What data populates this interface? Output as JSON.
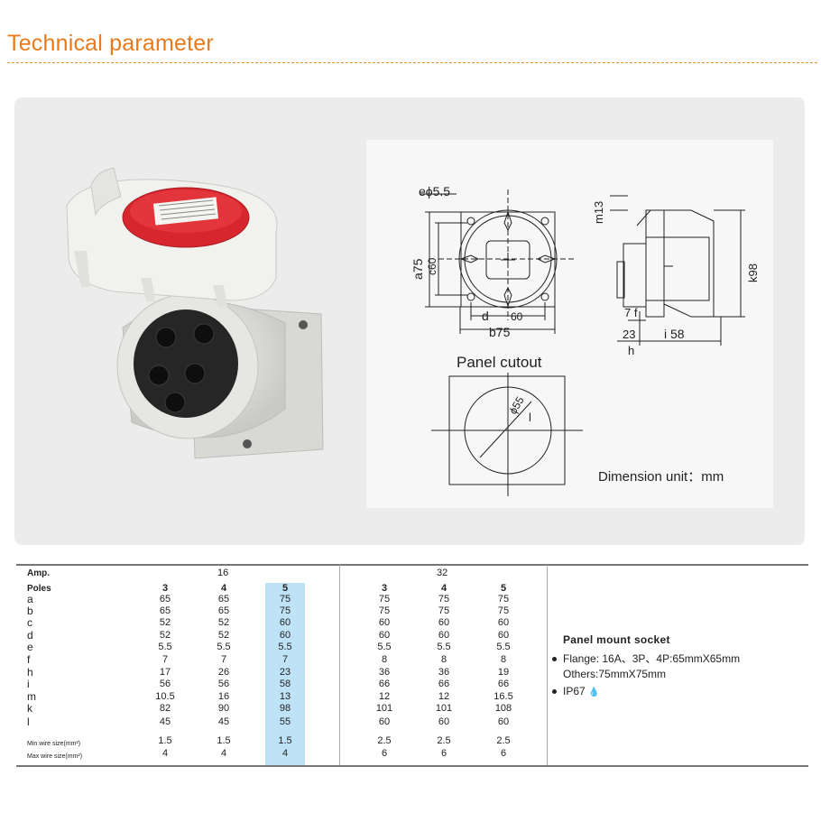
{
  "page": {
    "title": "Technical parameter"
  },
  "drawing": {
    "labels": {
      "e_phi": "eϕ5.5",
      "a75": "a75",
      "c60": "c60",
      "d": "d",
      "d60": "60",
      "b75": "b75",
      "m13": "m13",
      "k98": "k98",
      "f7": "7 f",
      "h23": "23",
      "h": "h",
      "i58": "i 58",
      "cut_phi": "ϕ55",
      "cut_l": "l"
    },
    "panel_cutout_title": "Panel cutout",
    "dimension_unit": "Dimension unit：mm"
  },
  "table": {
    "amp_label": "Amp.",
    "poles_label": "Poles",
    "amp_groups": [
      "16",
      "32"
    ],
    "poles": [
      "3",
      "4",
      "5",
      "3",
      "4",
      "5"
    ],
    "rows": [
      {
        "label": "a",
        "values": [
          "65",
          "65",
          "75",
          "75",
          "75",
          "75"
        ]
      },
      {
        "label": "b",
        "values": [
          "65",
          "65",
          "75",
          "75",
          "75",
          "75"
        ]
      },
      {
        "label": "c",
        "values": [
          "52",
          "52",
          "60",
          "60",
          "60",
          "60"
        ]
      },
      {
        "label": "d",
        "values": [
          "52",
          "52",
          "60",
          "60",
          "60",
          "60"
        ]
      },
      {
        "label": "e",
        "values": [
          "5.5",
          "5.5",
          "5.5",
          "5.5",
          "5.5",
          "5.5"
        ]
      },
      {
        "label": "f",
        "values": [
          "7",
          "7",
          "7",
          "8",
          "8",
          "8"
        ]
      },
      {
        "label": "h",
        "values": [
          "17",
          "26",
          "23",
          "36",
          "36",
          "19"
        ]
      },
      {
        "label": "i",
        "values": [
          "56",
          "56",
          "58",
          "66",
          "66",
          "66"
        ]
      },
      {
        "label": "m",
        "values": [
          "10.5",
          "16",
          "13",
          "12",
          "12",
          "16.5"
        ]
      },
      {
        "label": "k",
        "values": [
          "82",
          "90",
          "98",
          "101",
          "101",
          "108"
        ]
      },
      {
        "label": "l",
        "values": [
          "45",
          "45",
          "55",
          "60",
          "60",
          "60"
        ]
      },
      {
        "label": "Min wire size(mm²)",
        "values": [
          "1.5",
          "1.5",
          "1.5",
          "2.5",
          "2.5",
          "2.5"
        ]
      },
      {
        "label": "Max wire size(mm²)",
        "values": [
          "4",
          "4",
          "4",
          "6",
          "6",
          "6"
        ]
      }
    ]
  },
  "spec": {
    "heading": "Panel mount socket",
    "flange": "Flange: 16A、3P、4P:65mmX65mm",
    "others": "Others:75mmX75mm",
    "ip": "IP67"
  },
  "colors": {
    "title": "#e87a1c",
    "highlight": "#bfe3f6",
    "cap": "#d7262e"
  }
}
